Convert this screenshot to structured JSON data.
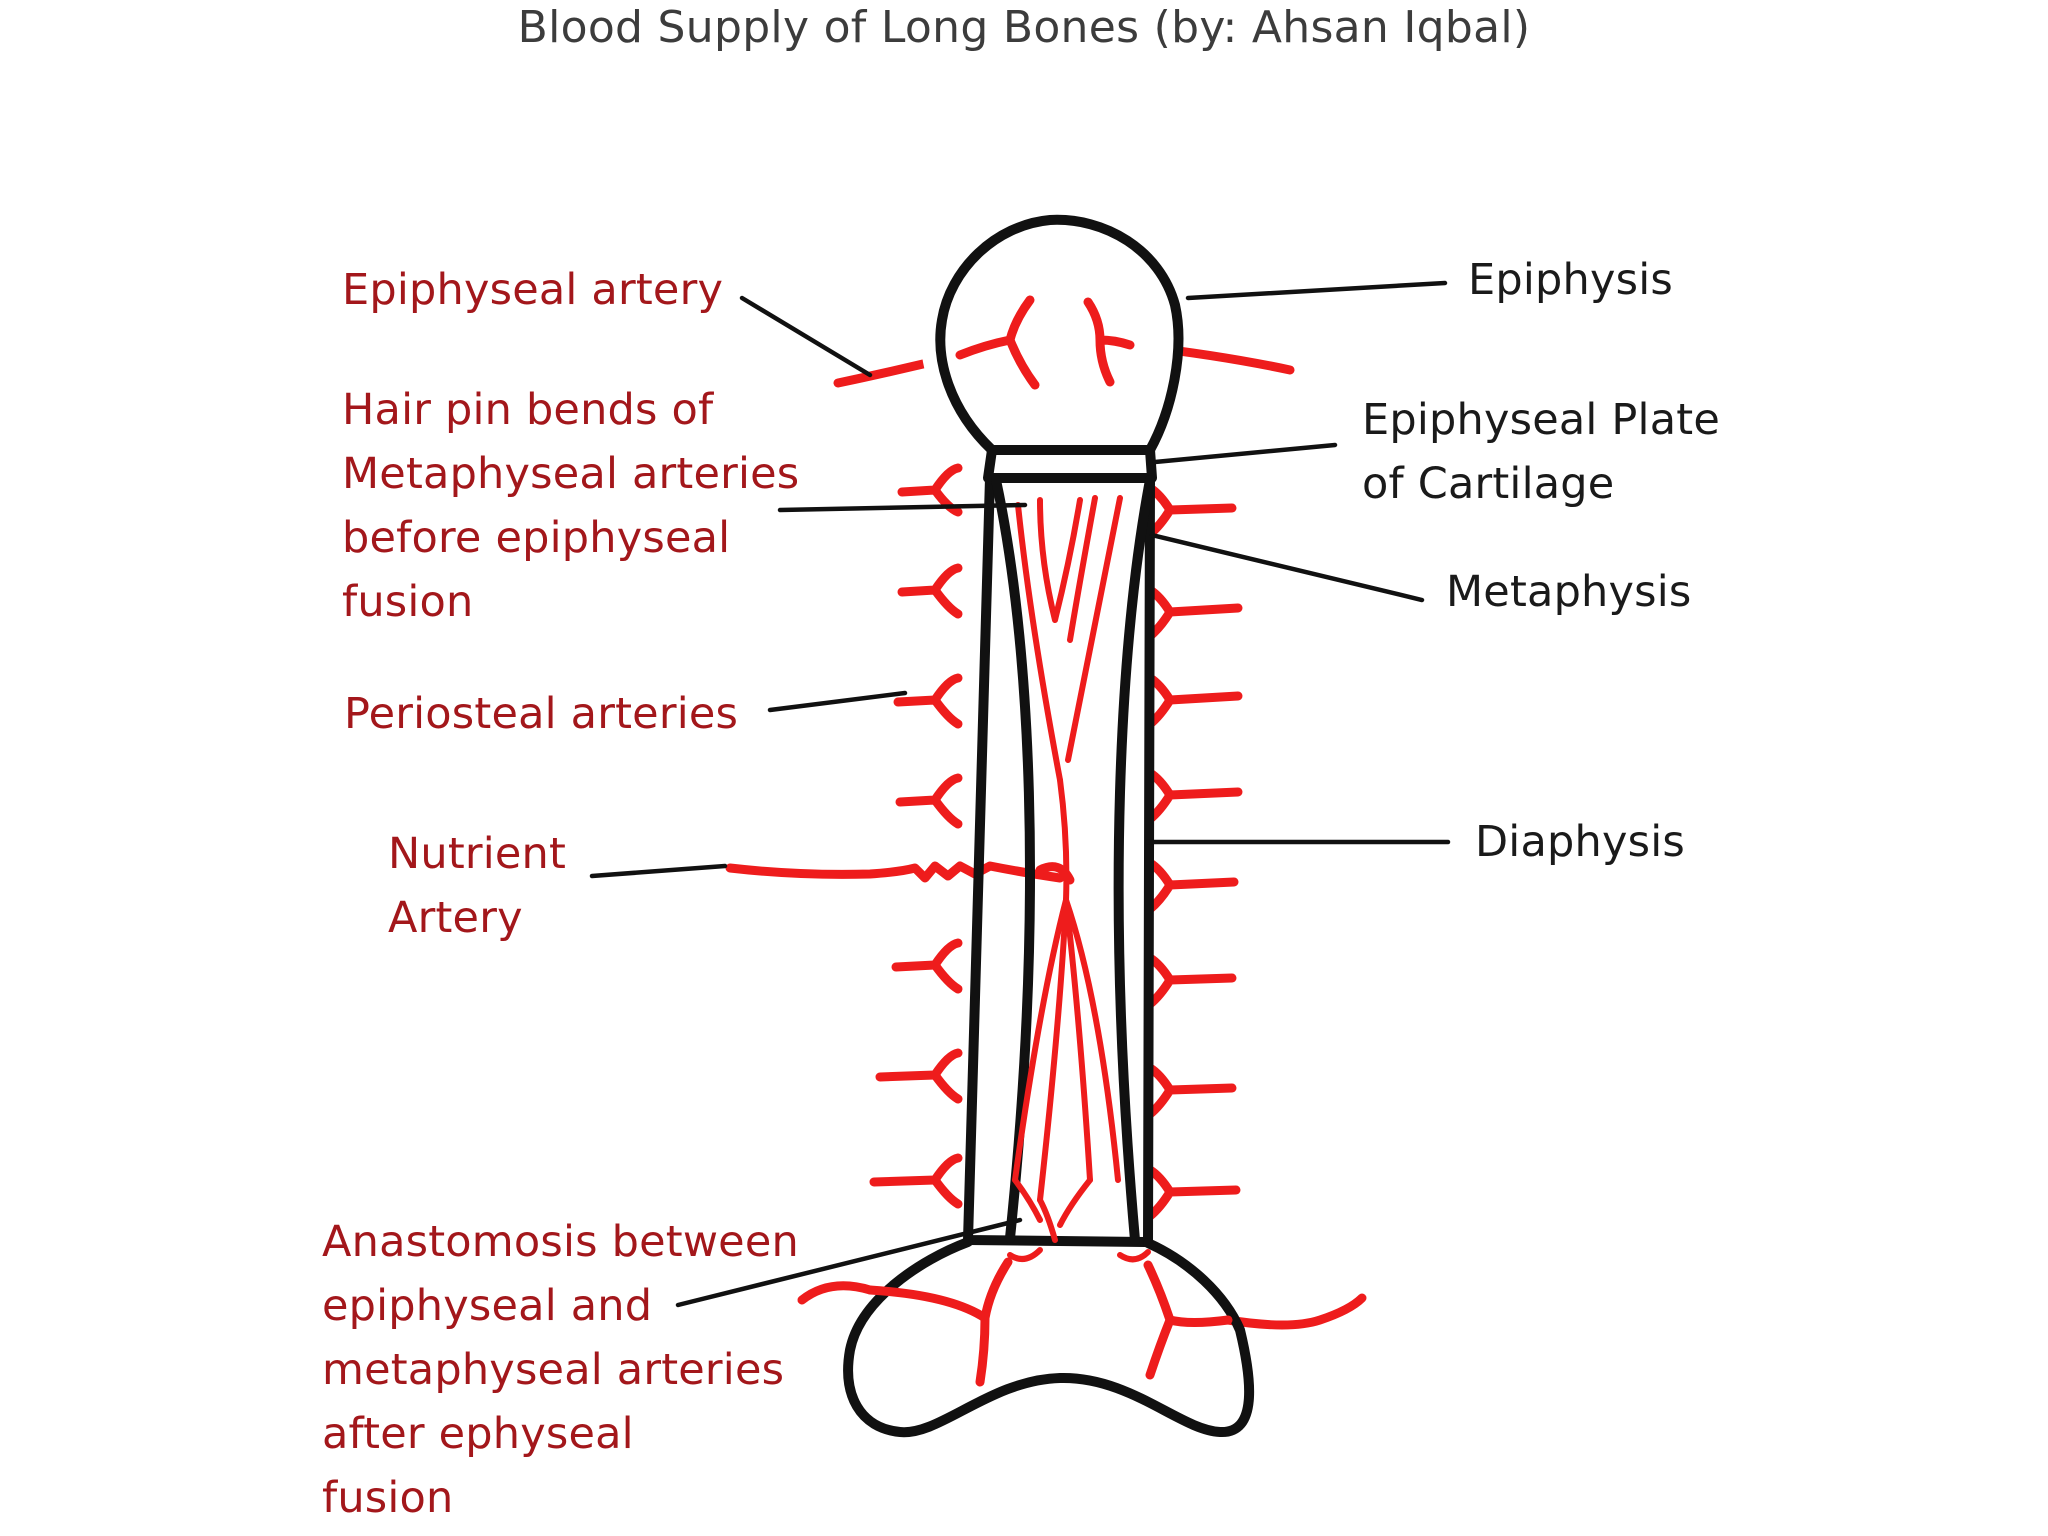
{
  "title": "Blood Supply of Long Bones (by: Ahsan Iqbal)",
  "labels_left": {
    "epiphyseal_artery": "Epiphyseal artery",
    "hairpin": [
      "Hair pin bends of",
      "Metaphyseal arteries",
      "before epiphyseal",
      "fusion"
    ],
    "periosteal": "Periosteal arteries",
    "nutrient": [
      "Nutrient",
      "Artery"
    ],
    "anastomosis": [
      "Anastomosis between",
      "epiphyseal and",
      "metaphyseal arteries",
      "after ephyseal",
      "fusion"
    ]
  },
  "labels_right": {
    "epiphysis": "Epiphysis",
    "plate": [
      "Epiphyseal Plate",
      "of Cartilage"
    ],
    "metaphysis": "Metaphysis",
    "diaphysis": "Diaphysis"
  },
  "colors": {
    "artery": "#ee1c1c",
    "label_red": "#a3171b",
    "bone_outline": "#111111"
  }
}
